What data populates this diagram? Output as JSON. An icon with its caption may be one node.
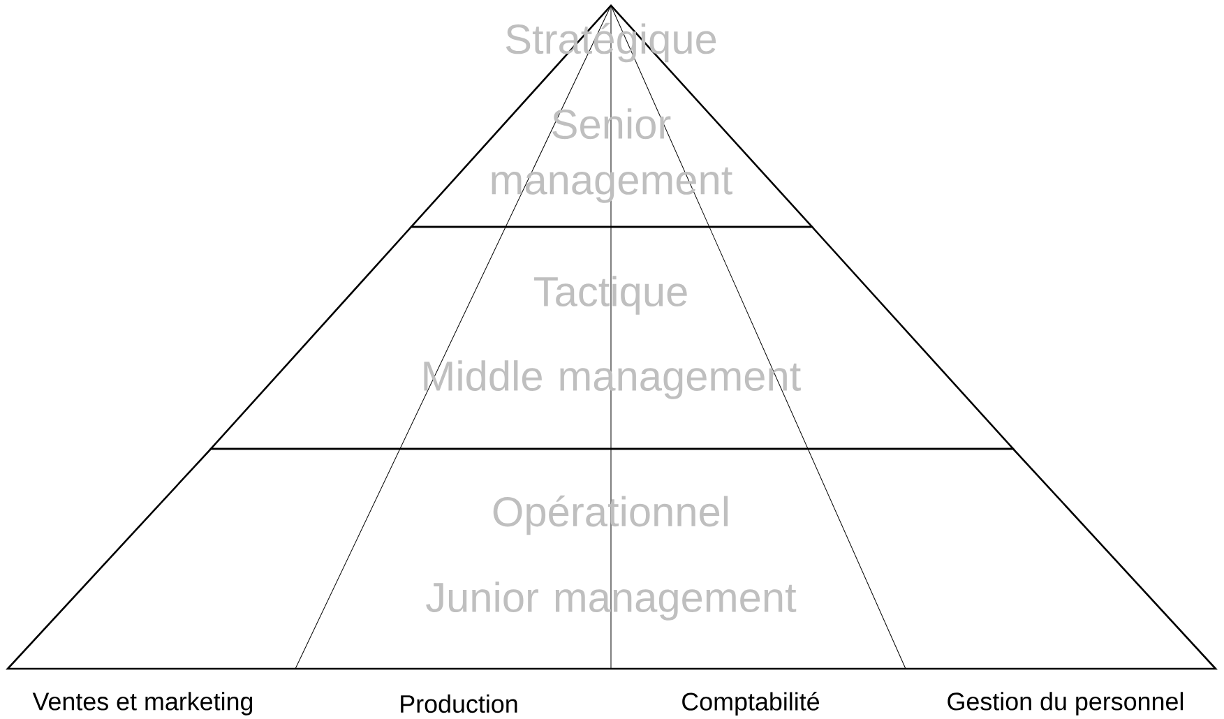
{
  "diagram": {
    "nodes": [
      {
        "text": [
          "Stratégique",
          "Senior management"
        ]
      },
      {
        "text": [
          "Tactique",
          "Middle management"
        ]
      },
      {
        "text": [
          "Opérationnel",
          "Junior management"
        ]
      }
    ],
    "labels": [
      "Ventes et marketing",
      "Production",
      "Comptabilité",
      "Gestion du personnel"
    ]
  }
}
